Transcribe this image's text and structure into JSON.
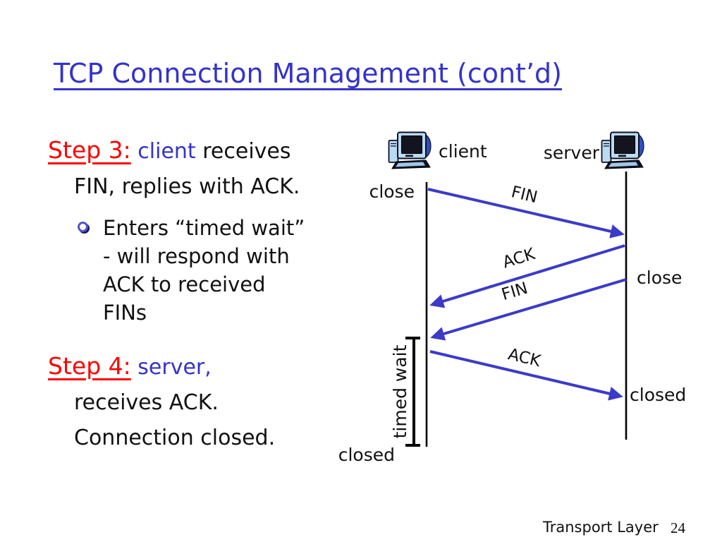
{
  "slide": {
    "title": "TCP Connection Management (cont’d)",
    "footer_label": "Transport Layer",
    "page_number": "24"
  },
  "step3": {
    "heading": "Step 3:",
    "actor": "client",
    "after_actor": "receives",
    "line2": "FIN, replies with ACK."
  },
  "bullet1": {
    "lines": [
      "Enters “timed wait”",
      "- will respond with",
      "ACK to received",
      "FINs"
    ]
  },
  "step4": {
    "heading": "Step 4:",
    "actor": "server,",
    "line2": "receives ACK.",
    "line3": "Connection closed."
  },
  "diagram": {
    "client_label": "client",
    "server_label": "server",
    "client_close": "close",
    "server_close": "close",
    "server_closed": "closed",
    "client_closed": "closed",
    "timed_wait": "timed wait",
    "messages": [
      {
        "name": "FIN",
        "from": "client",
        "to": "server"
      },
      {
        "name": "ACK",
        "from": "server",
        "to": "client"
      },
      {
        "name": "FIN",
        "from": "server",
        "to": "client"
      },
      {
        "name": "ACK",
        "from": "client",
        "to": "server"
      }
    ],
    "colors": {
      "arrow": "#3b3bc8",
      "lifeline": "#000000"
    }
  },
  "colors": {
    "title_blue": "#3333cc",
    "step_red": "#ff0000",
    "actor_blue": "#3333cc",
    "body_text": "#111111"
  }
}
